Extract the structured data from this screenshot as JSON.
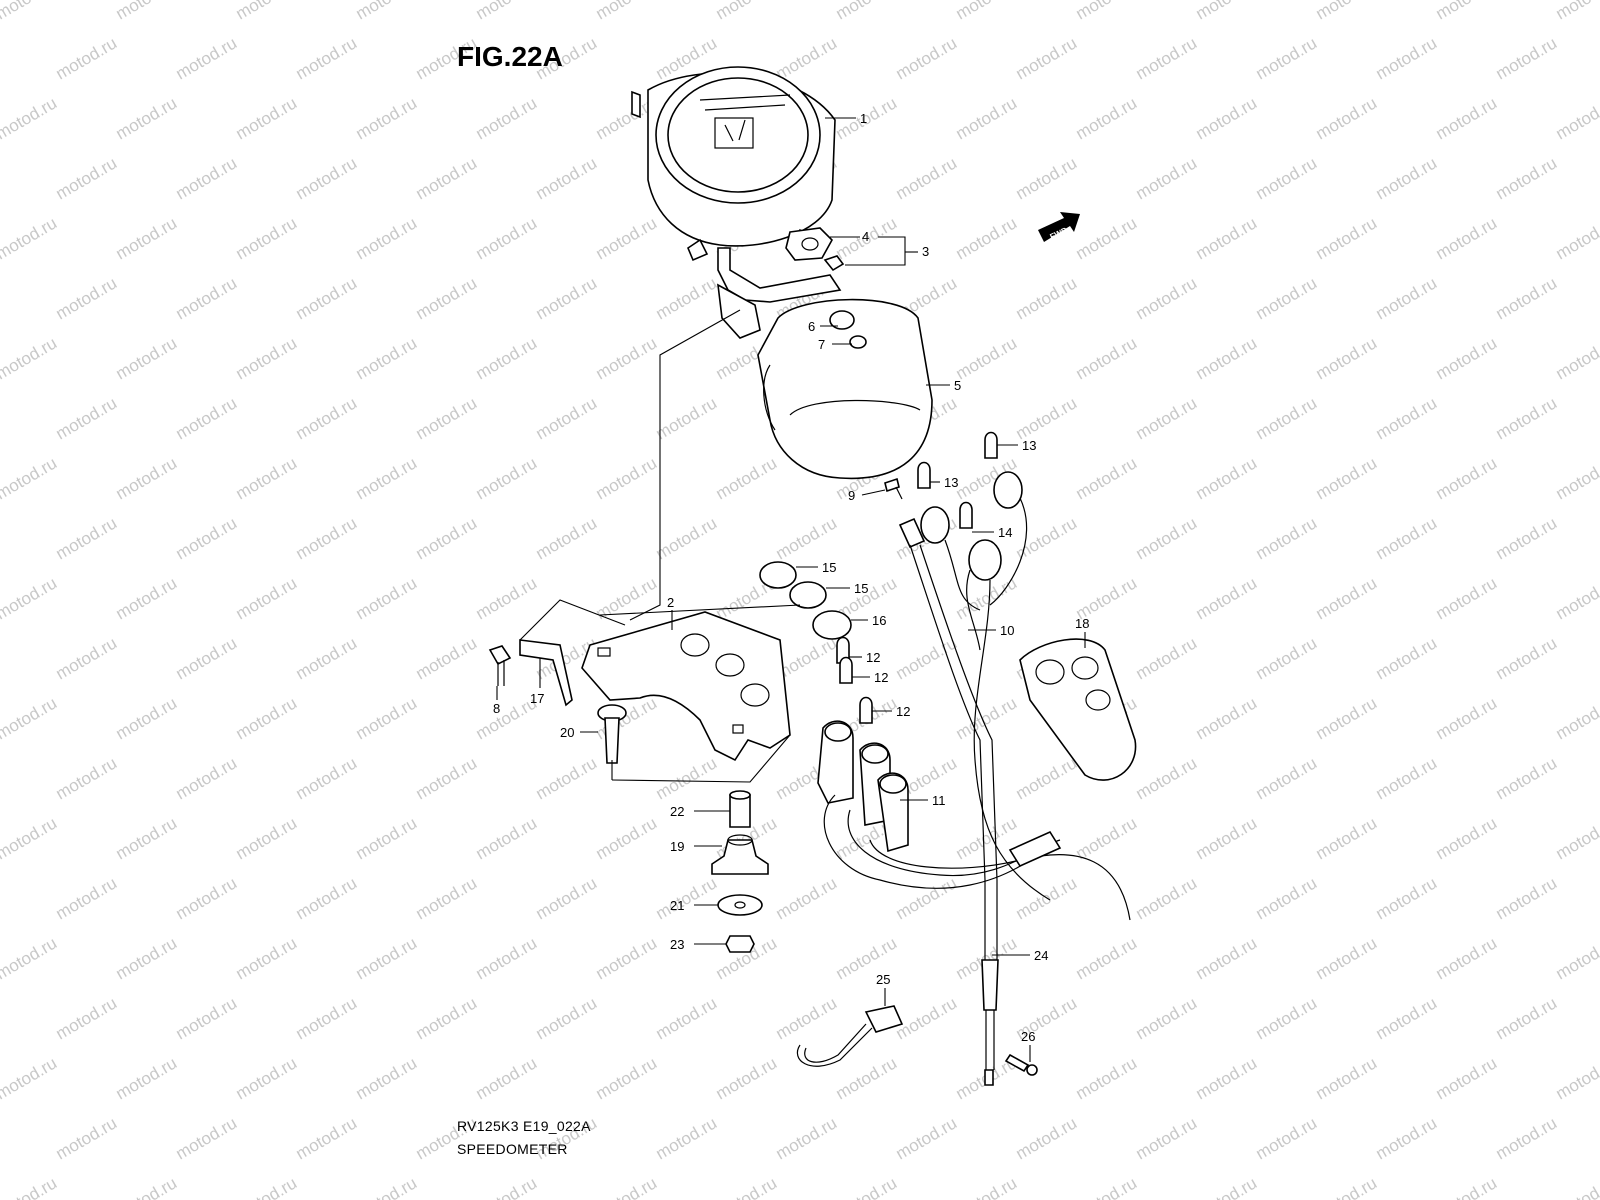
{
  "figure": {
    "title": "FIG.22A",
    "model_code": "RV125K3 E19_022A",
    "section_name": "SPEEDOMETER",
    "direction_marker": "FWD"
  },
  "watermark": {
    "text": "motod.ru",
    "color": "#c8c8c8"
  },
  "callouts": [
    "1",
    "2",
    "3",
    "4",
    "5",
    "6",
    "7",
    "8",
    "9",
    "10",
    "11",
    "12",
    "12",
    "12",
    "13",
    "13",
    "14",
    "15",
    "15",
    "16",
    "17",
    "18",
    "19",
    "20",
    "21",
    "22",
    "23",
    "24",
    "25",
    "26"
  ]
}
